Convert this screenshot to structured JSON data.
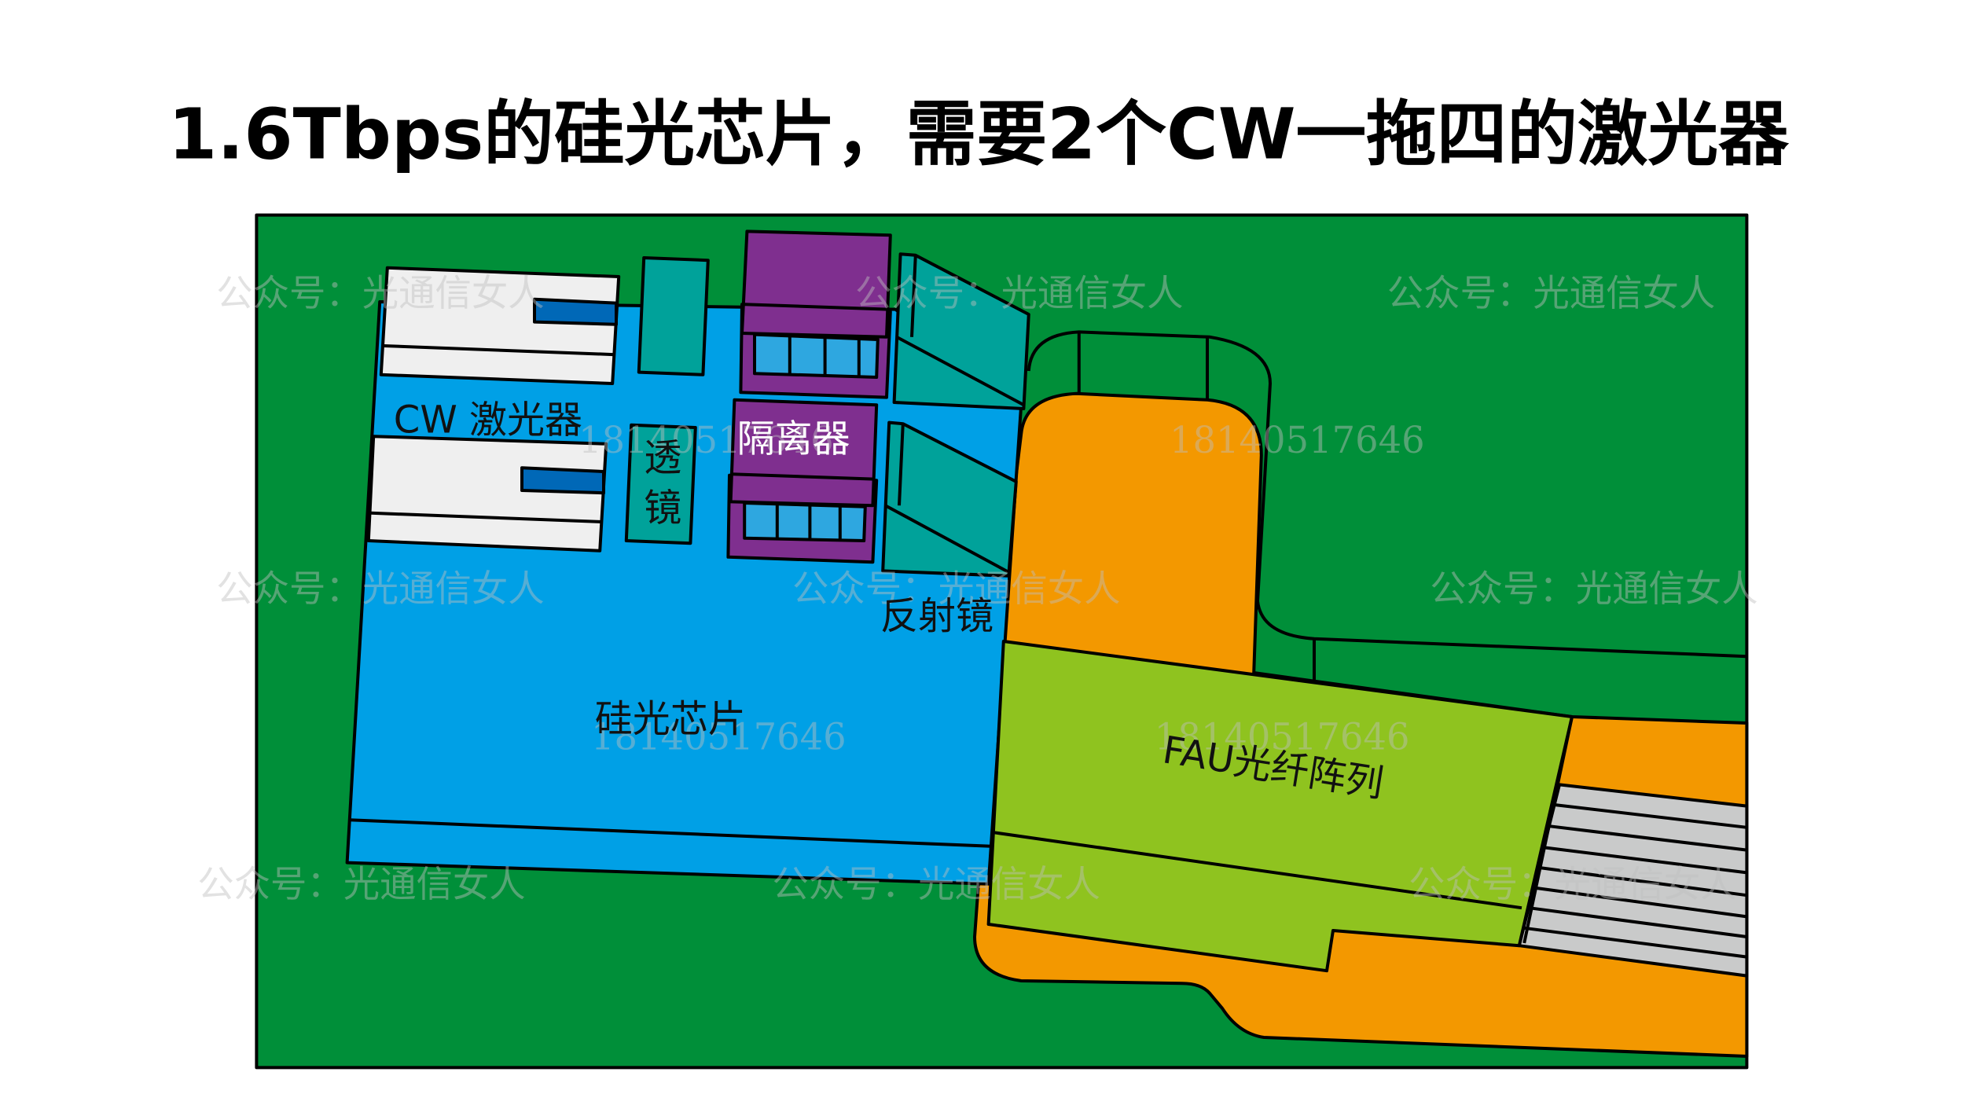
{
  "title": "1.6Tbps的硅光芯片，需要2个CW一拖四的激光器",
  "labels": {
    "cw_laser": "CW 激光器",
    "lens_1": "透",
    "lens_2": "镜",
    "isolator": "隔离器",
    "mirror": "反射镜",
    "chip": "硅光芯片",
    "fau": "FAU光纤阵列"
  },
  "watermarks": {
    "account": "公众号：光通信女人",
    "phone": "18140517646"
  },
  "colors": {
    "board": "#008f39",
    "chip": "#00a0e6",
    "orange": "#f39800",
    "fau": "#8fc31f",
    "teal": "#00a29a",
    "purple": "#7f2f8f",
    "laser": "#efefef",
    "fiber": "#c9caca"
  }
}
